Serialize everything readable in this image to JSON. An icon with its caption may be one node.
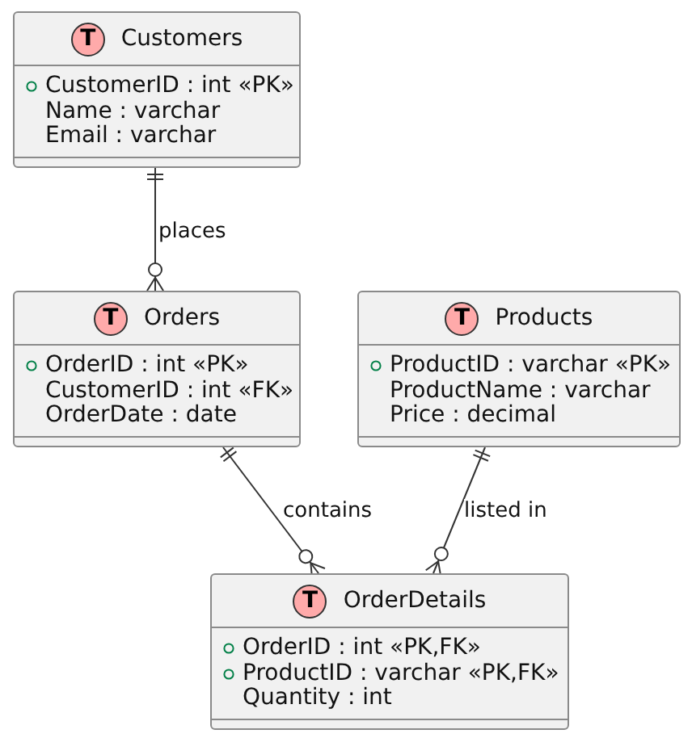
{
  "diagram": {
    "nodes": [
      {
        "text": [
          "T",
          "Customers",
          "CustomerID : int «PK»",
          "Name : varchar",
          "Email : varchar"
        ]
      },
      {
        "text": [
          "T",
          "Orders",
          "OrderID : int «PK»",
          "CustomerID : int «FK»",
          "OrderDate : date"
        ]
      },
      {
        "text": [
          "T",
          "Products",
          "ProductID : varchar «PK»",
          "ProductName : varchar",
          "Price : decimal"
        ]
      },
      {
        "text": [
          "T",
          "OrderDetails",
          "OrderID : int «PK,FK»",
          "ProductID : varchar «PK,FK»",
          "Quantity : int"
        ]
      }
    ],
    "edges": [
      {
        "from": 0,
        "to": 1,
        "arrow": "other",
        "label": "places"
      },
      {
        "from": 1,
        "to": 3,
        "arrow": "other",
        "label": "contains"
      },
      {
        "from": 2,
        "to": 3,
        "arrow": "other",
        "label": "listed in"
      }
    ]
  }
}
